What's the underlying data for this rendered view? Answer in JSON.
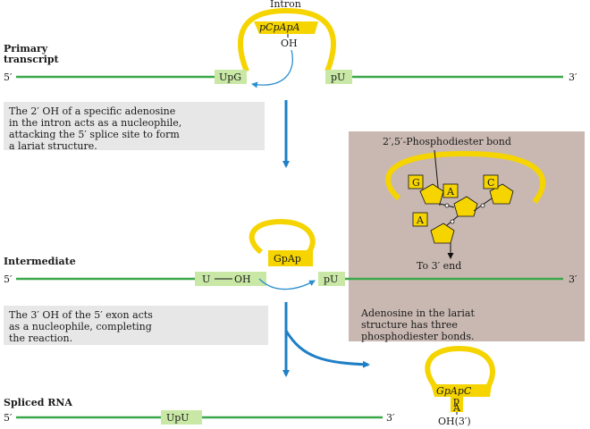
{
  "labels": {
    "primary": [
      "Primary",
      "transcript"
    ],
    "intermediate": "Intermediate",
    "spliced": "Spliced RNA",
    "intron": "Intron",
    "five_prime": "5′",
    "three_prime": "3′",
    "phosphodiester": "2′,5′-Phosphodiester bond",
    "to_3_end": "To 3′ end"
  },
  "segments": {
    "upg": "UpG",
    "pu": "pU",
    "u": "U",
    "oh": "OH",
    "gpap": "GpAp",
    "upu": "UpU",
    "pcpapa": "pCpApA",
    "oh_top": "OH",
    "gpapc": "GpApC",
    "p_small": "p",
    "a_small": "A",
    "oh3": "OH(3′)"
  },
  "nucleotides": [
    "G",
    "A",
    "C",
    "A"
  ],
  "notes": {
    "step1": [
      "The 2′ OH of a specific adenosine",
      "in the intron acts as a nucleophile,",
      "attacking the 5′ splice site to form",
      "a lariat structure."
    ],
    "step2": [
      "The 3′ OH of  the 5′ exon acts",
      "as a nucleophile, completing",
      "the reaction."
    ],
    "lariat": [
      "Adenosine in the lariat",
      "structure has three",
      "phosphodiester bonds."
    ]
  },
  "colors": {
    "strand": "#3aa84a",
    "intron": "#f5d400",
    "exon_box": "#c9e8a6",
    "arrow": "#1f7fc6",
    "panel": "#c9b8b1",
    "note_box": "#e7e7e7"
  }
}
